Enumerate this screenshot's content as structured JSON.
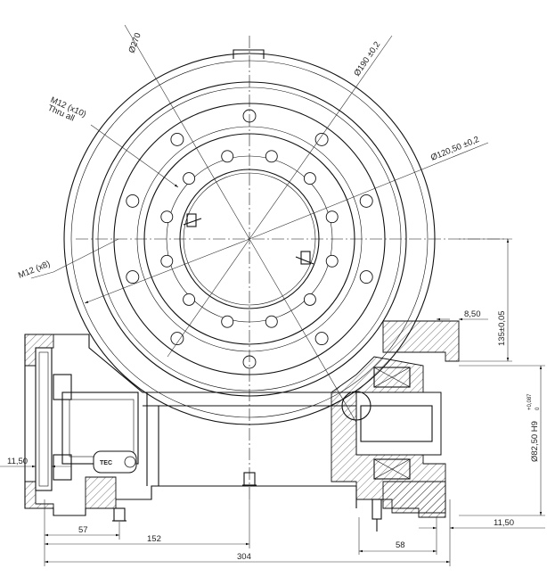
{
  "labels": {
    "d270": "Ø270",
    "d190": "Ø190 ±0,2",
    "d120": "Ø120,50 ±0,2",
    "m12_x10": "M12 (x10)",
    "thru_all": "Thru all",
    "m12_x8": "M12 (x8)",
    "d850": "8,50",
    "d135": "135±0,05",
    "d8250": "Ø82,50 H9",
    "tol_upper": "+0,087",
    "tol_lower": "0",
    "d1150_left": "11,50",
    "d57": "57",
    "d152": "152",
    "d304": "304",
    "d58": "58",
    "d1150_right": "11,50",
    "logo": "TEC"
  }
}
